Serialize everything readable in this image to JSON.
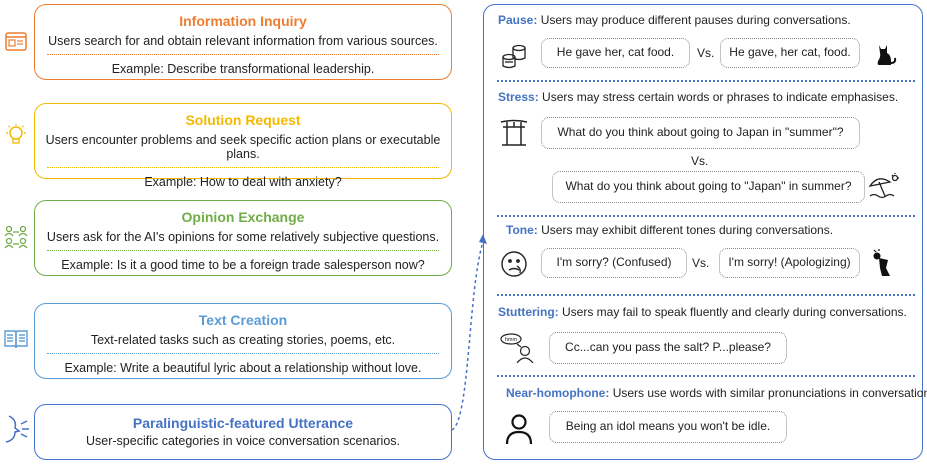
{
  "left_cards": [
    {
      "title": "Information Inquiry",
      "desc": "Users search for and obtain relevant information from various sources.",
      "example": "Example:  Describe transformational leadership.",
      "color": "#ed7d31"
    },
    {
      "title": "Solution Request",
      "desc": "Users encounter problems and seek specific action plans or executable plans.",
      "example": "Example: How to deal with anxiety?",
      "color": "#f5b800"
    },
    {
      "title": "Opinion Exchange",
      "desc": "Users ask for the AI's opinions for some relatively subjective questions.",
      "example": "Example: Is it a good time to be a foreign trade salesperson now?",
      "color": "#70ad47"
    },
    {
      "title": "Text Creation",
      "desc": "Text-related tasks such as creating stories, poems, etc.",
      "example": "Example: Write a beautiful lyric about a relationship without love.",
      "color": "#5b9bd5"
    },
    {
      "title": "Paralinguistic-featured Utterance",
      "desc": "User-specific categories in voice conversation scenarios.",
      "color": "#4472c4"
    }
  ],
  "right": {
    "pause": {
      "label": "Pause:",
      "text": "Users may produce different pauses during conversations.",
      "b1": "He gave her, cat food.",
      "b2": "He gave, her cat, food.",
      "vs": "Vs."
    },
    "stress": {
      "label": "Stress:",
      "text": "Users may stress certain words or phrases to indicate emphasises.",
      "b1": "What do you think about going to Japan in \"summer\"?",
      "b2": "What do you think about going to \"Japan\" in summer?",
      "vs": "Vs."
    },
    "tone": {
      "label": "Tone:",
      "text": "Users may exhibit different tones during conversations.",
      "b1": "I'm sorry? (Confused)",
      "b2": "I'm sorry! (Apologizing)",
      "vs": "Vs."
    },
    "stuttering": {
      "label": "Stuttering:",
      "text": "Users may fail to speak fluently and clearly during conversations.",
      "b1": "Cc...can you pass the salt? P...please?",
      "speech_icon_text": "hmm"
    },
    "homophone": {
      "label": "Near-homophone:",
      "text": "Users use words with similar pronunciations in conversations.",
      "b1": "Being an idol means you won't be idle."
    }
  }
}
